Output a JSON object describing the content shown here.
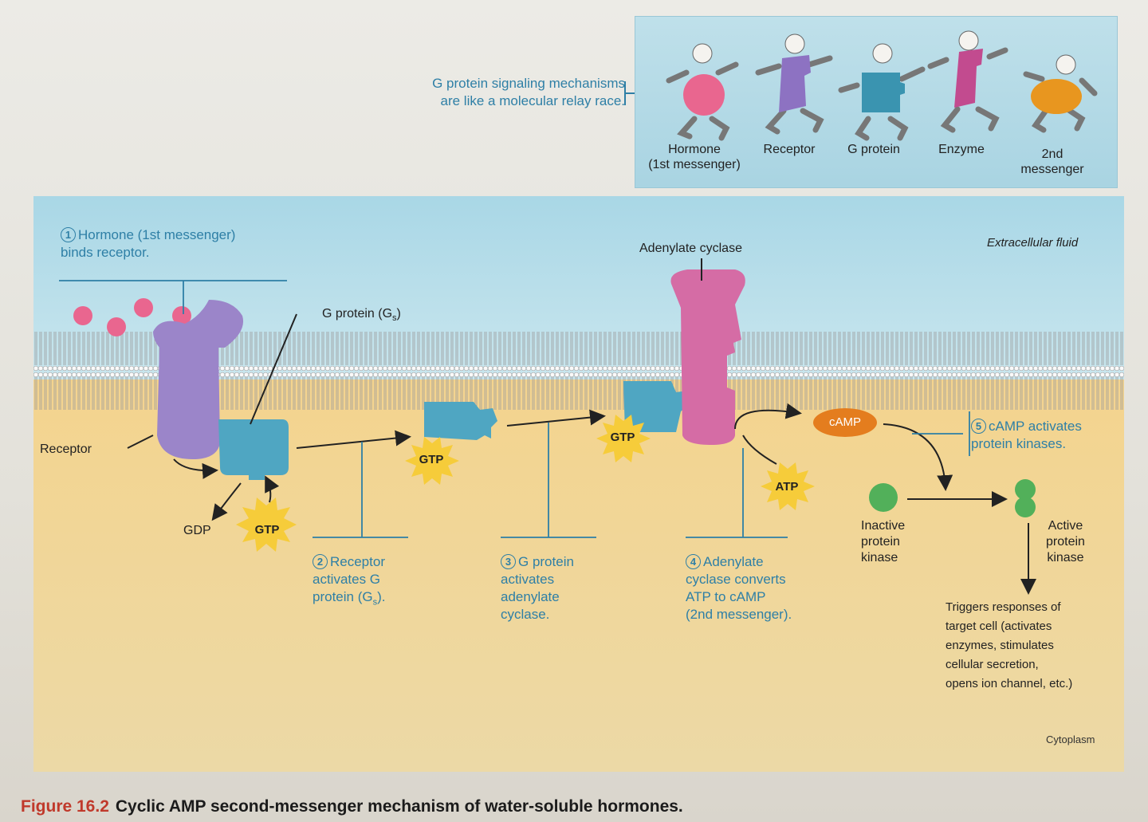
{
  "relay": {
    "caption": "G protein signaling mechanisms\nare like a molecular relay race.",
    "runners": [
      {
        "label": "Hormone\n(1st messenger)",
        "color": "#e9668f"
      },
      {
        "label": "Receptor",
        "color": "#8d72c2"
      },
      {
        "label": "G protein",
        "color": "#3a94b0"
      },
      {
        "label": "Enzyme",
        "color": "#c24b8f"
      },
      {
        "label": "2nd\nmessenger",
        "color": "#e8961f"
      }
    ]
  },
  "diagram": {
    "regions": {
      "extracellular": "Extracellular fluid",
      "cytoplasm": "Cytoplasm"
    },
    "labels": {
      "g_protein": "G protein (G",
      "g_protein_sub": "s",
      "g_protein_end": ")",
      "adenylate_cyclase": "Adenylate cyclase",
      "receptor": "Receptor",
      "gdp": "GDP",
      "gtp": "GTP",
      "atp": "ATP",
      "camp": "cAMP",
      "inactive_pk": "Inactive\nprotein\nkinase",
      "active_pk": "Active\nprotein\nkinase",
      "responses": "Triggers responses of\ntarget cell (activates\nenzymes, stimulates\ncellular secretion,\nopens ion channel, etc.)"
    },
    "steps": [
      {
        "num": "1",
        "text": "Hormone (1st messenger)\nbinds receptor."
      },
      {
        "num": "2",
        "text": "Receptor\nactivates G\nprotein (G",
        "sub": "s",
        "end": ")."
      },
      {
        "num": "3",
        "text": "G protein\nactivates\nadenylate\ncyclase."
      },
      {
        "num": "4",
        "text": "Adenylate\ncyclase converts\nATP to cAMP\n(2nd messenger)."
      },
      {
        "num": "5",
        "text": "cAMP activates\nprotein kinases."
      }
    ]
  },
  "figure": {
    "number": "Figure 16.2",
    "title": "Cyclic AMP second-messenger mechanism of water-soluble hormones."
  },
  "colors": {
    "hormone": "#e9668f",
    "receptor": "#9b85c9",
    "gprotein": "#4fa6c2",
    "cyclase": "#d56ca5",
    "camp": "#e47d1e",
    "kinase": "#52b05a",
    "callout": "#2e7fa6"
  }
}
